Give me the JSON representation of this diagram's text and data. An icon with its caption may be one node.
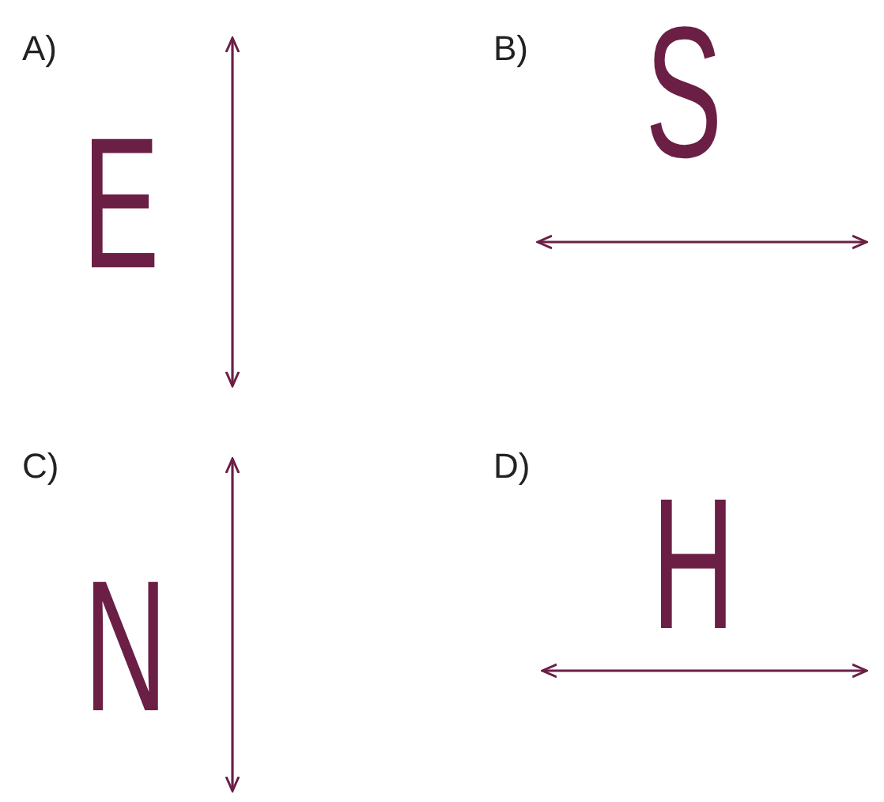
{
  "diagram": {
    "labels": [
      "A)",
      "E",
      "B)",
      "S",
      "C)",
      "N",
      "D)",
      "H"
    ]
  }
}
